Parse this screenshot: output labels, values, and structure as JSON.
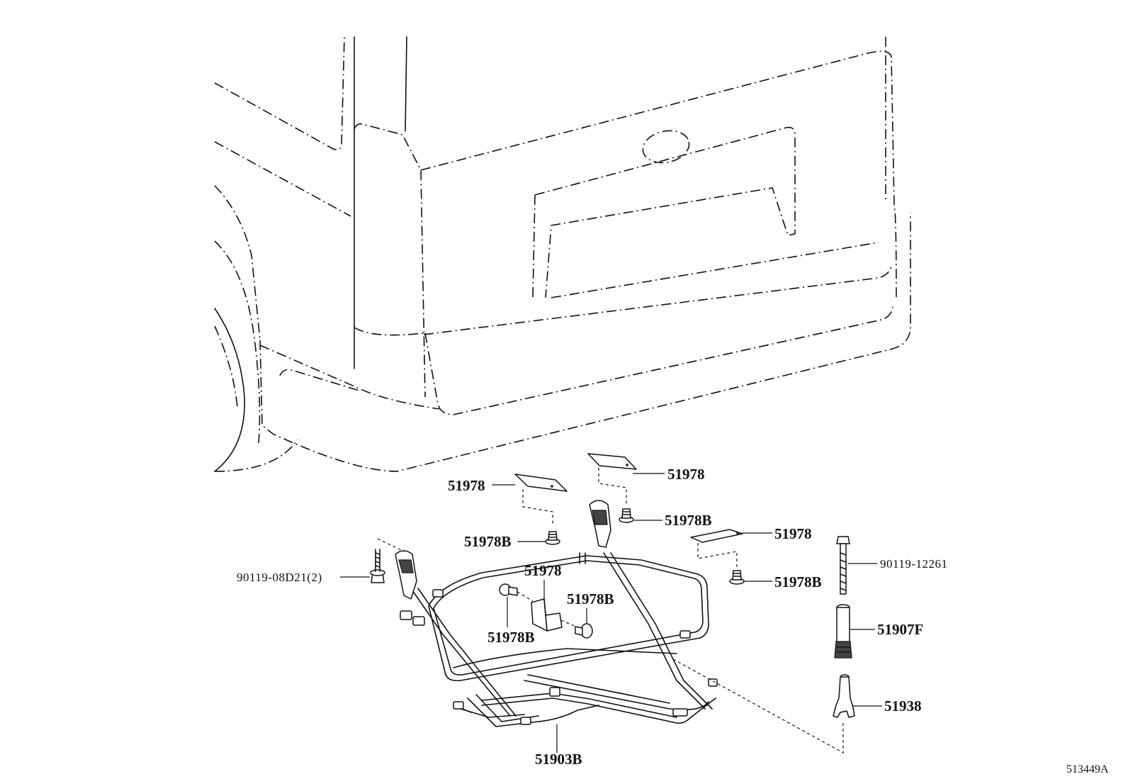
{
  "labels": {
    "bracket_top_left": "51978",
    "bracket_top_right": "51978",
    "clip_top_left": "51978B",
    "clip_top_right": "51978B",
    "bracket_right": "51978",
    "clip_right": "51978B",
    "bolt_left": "90119-08D21(2)",
    "bracket_center": "51978",
    "clip_center_right": "51978B",
    "clip_center_left": "51978B",
    "carrier": "51903B",
    "bolt_right": "90119-12261",
    "pipe": "51907F",
    "handle": "51938"
  },
  "figure_code": "513449A"
}
